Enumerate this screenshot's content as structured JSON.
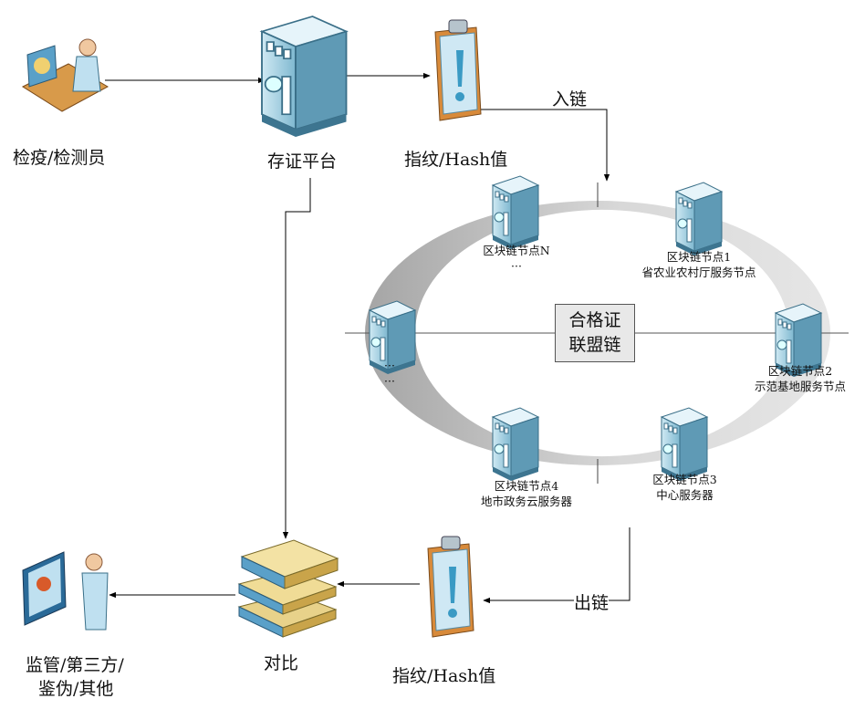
{
  "actors": {
    "inspector": "检疫/检测员",
    "platform": "存证平台",
    "fingerprint_in": "指纹/Hash值",
    "compare": "对比",
    "fingerprint_out": "指纹/Hash值",
    "regulator_line1": "监管/第三方/",
    "regulator_line2": "鉴伪/其他"
  },
  "flows": {
    "on_chain": "入链",
    "off_chain": "出链"
  },
  "chain": {
    "title_line1": "合格证",
    "title_line2": "联盟链",
    "nodes": [
      {
        "name": "区块链节点N",
        "desc": "···"
      },
      {
        "name": "区块链节点1",
        "desc": "省农业农村厅服务节点"
      },
      {
        "name": "区块链节点2",
        "desc": "示范基地服务节点"
      },
      {
        "name": "区块链节点3",
        "desc": "中心服务器"
      },
      {
        "name": "区块链节点4",
        "desc": "地市政务云服务器"
      },
      {
        "name": "···",
        "desc": "···"
      }
    ]
  },
  "colors": {
    "server": "#a8d4e6",
    "ring_dark": "#a8a8a8",
    "ring_light": "#e4e4e4",
    "box": "#e8e8e8"
  }
}
